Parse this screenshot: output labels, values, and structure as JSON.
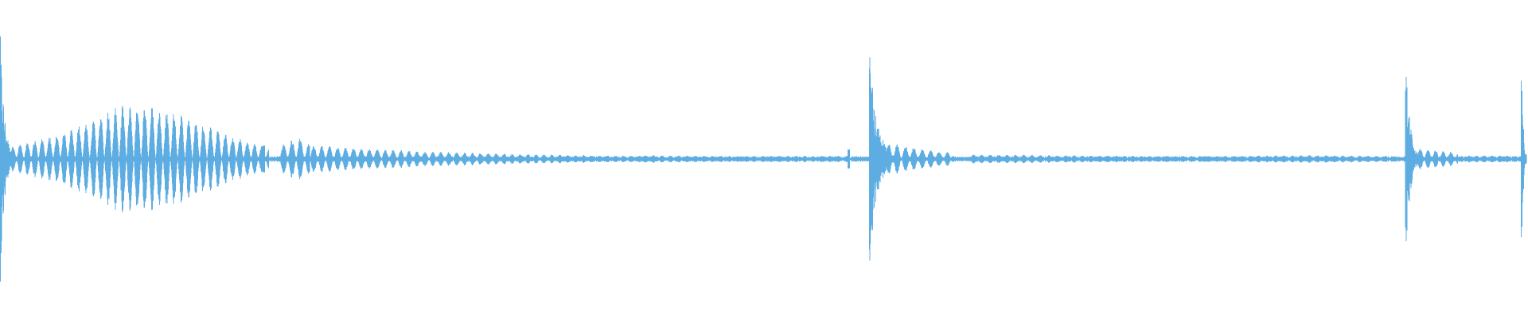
{
  "waveform": {
    "color": "#5dade2",
    "background": "#ffffff",
    "duration_units": 100,
    "ambient_level": 0.02,
    "bursts": [
      {
        "onset": 0.0,
        "peak": 1.0,
        "decay": 1.1
      },
      {
        "onset": 57.0,
        "peak": 0.82,
        "decay": 2.0
      },
      {
        "onset": 92.1,
        "peak": 0.7,
        "decay": 1.2
      },
      {
        "onset": 99.7,
        "peak": 0.75,
        "decay": 0.4
      }
    ],
    "pulse_trains": [
      {
        "start": 0.6,
        "end": 17.6,
        "period": 0.48,
        "envelope": [
          0.08,
          0.12,
          0.16,
          0.22,
          0.3,
          0.36,
          0.34,
          0.3,
          0.24,
          0.18,
          0.12,
          0.08
        ]
      },
      {
        "start": 18.3,
        "end": 20.3,
        "period": 0.55,
        "envelope": [
          0.08,
          0.12,
          0.14,
          0.09
        ]
      },
      {
        "start": 20.3,
        "end": 42.0,
        "period": 0.52,
        "envelope": [
          0.09,
          0.07,
          0.05,
          0.04,
          0.03,
          0.025,
          0.02
        ]
      },
      {
        "start": 42.0,
        "end": 55.5,
        "period": 0.55,
        "envelope": [
          0.025,
          0.02,
          0.02,
          0.02
        ]
      },
      {
        "start": 57.4,
        "end": 62.5,
        "period": 0.55,
        "envelope": [
          0.12,
          0.09,
          0.06,
          0.04
        ]
      },
      {
        "start": 63.5,
        "end": 91.5,
        "period": 0.55,
        "envelope": [
          0.03,
          0.025,
          0.02,
          0.02,
          0.025,
          0.02
        ]
      },
      {
        "start": 92.3,
        "end": 95.5,
        "period": 0.5,
        "envelope": [
          0.08,
          0.06,
          0.04
        ]
      },
      {
        "start": 95.5,
        "end": 99.5,
        "period": 0.5,
        "envelope": [
          0.02,
          0.025,
          0.02
        ]
      }
    ],
    "markers": [
      {
        "at": 55.6,
        "level": 0.07
      },
      {
        "at": 17.3,
        "level": 0.1
      }
    ]
  }
}
